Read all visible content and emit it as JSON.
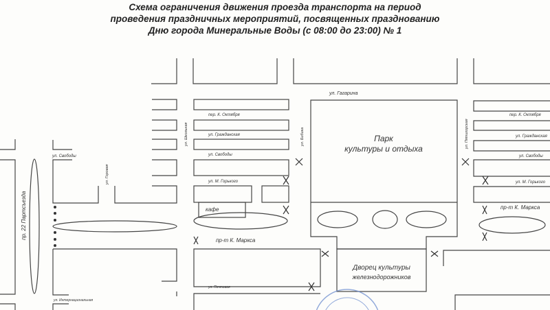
{
  "title": {
    "line1": "Схема ограничения движения проезда транспорта на период",
    "line2": "проведения праздничных мероприятий, посвященных празднованию",
    "line3": "Дню города Минеральные Воды  (с 08:00 до 23:00) № 1"
  },
  "streets": {
    "gagarina": "ул. Гагарина",
    "k_oktyabrya": "пер. К. Октября",
    "grazhdanskaya": "ул. Гражданская",
    "svobody": "ул. Свободы",
    "m_gorkogo": "ул. М. Горького",
    "k_marksa": "пр-т К. Маркса",
    "shkolnaya": "ул. Школьная",
    "bibika": "ул. Бибика",
    "pyatigorskaya": "ул. Пятигорская",
    "gorovaya": "ул. Горовая",
    "partsyezda": "пр. 22 Партсъезда",
    "pochtovaya": "ул. Почтовая",
    "internatsionalnaya": "ул. Интернациональная"
  },
  "places": {
    "park_line1": "Парк",
    "park_line2": "культуры и отдыха",
    "palace_line1": "Дворец культуры",
    "palace_line2": "железнодорожников",
    "cafe": "кафе"
  },
  "colors": {
    "lines": "#444444",
    "stamp": "#6f8fd0"
  }
}
